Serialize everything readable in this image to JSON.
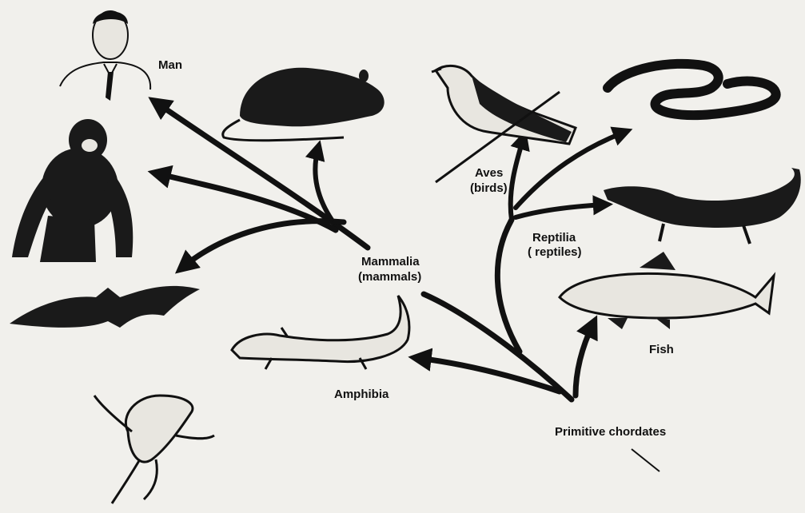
{
  "labels": {
    "man": "Man",
    "mammalia": "Mammalia",
    "mammals": "(mammals)",
    "aves": "Aves",
    "birds": "(birds)",
    "reptilia": "Reptilia",
    "reptiles": "( reptiles)",
    "fish": "Fish",
    "amphibia": "Amphibia",
    "primitive_chordates": "Primitive chordates"
  },
  "colors": {
    "ink": "#111111",
    "paper": "#f1f0ec"
  }
}
